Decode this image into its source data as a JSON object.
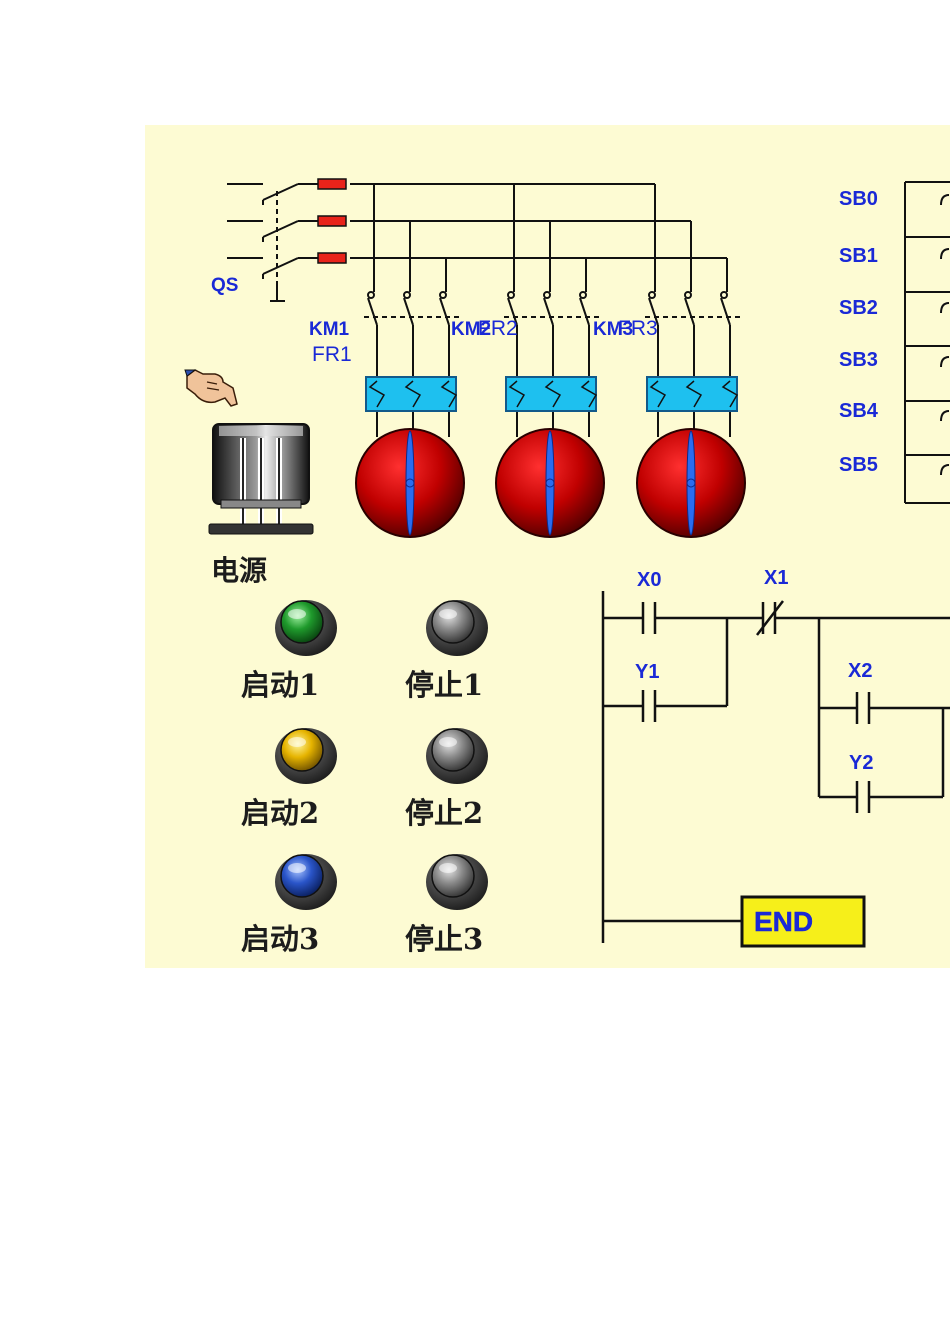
{
  "main_circuit": {
    "switch_label": "QS",
    "contactor_labels": [
      "KM1",
      "KM2",
      "KM3"
    ],
    "overload_labels": [
      "FR1",
      "FR2",
      "FR3"
    ]
  },
  "power": {
    "label": "电源"
  },
  "buttons": {
    "start": [
      "启动1",
      "启动2",
      "启动3"
    ],
    "stop": [
      "停止1",
      "停止2",
      "停止3"
    ],
    "start_colors": [
      "#1f9a2c",
      "#e6b400",
      "#2a55c9"
    ],
    "stop_color": "#8a8a8a"
  },
  "inputs": {
    "labels": [
      "SB0",
      "SB1",
      "SB2",
      "SB3",
      "SB4",
      "SB5"
    ]
  },
  "ladder": {
    "contacts": [
      "X0",
      "X1",
      "Y1",
      "X2",
      "Y2"
    ],
    "end_label": "END"
  }
}
